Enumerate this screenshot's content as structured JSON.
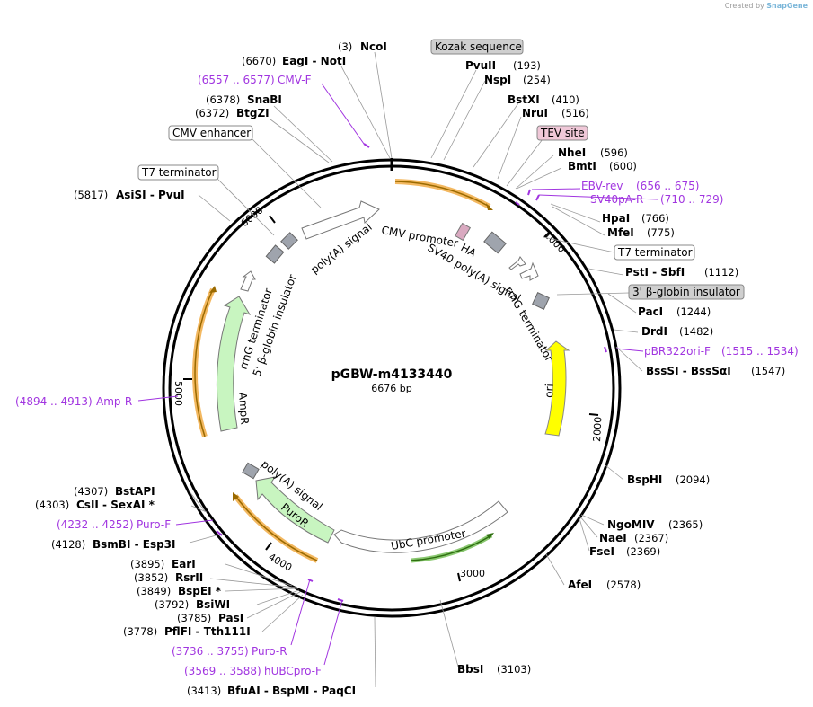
{
  "plasmid": {
    "name": "pGBW-m4133440",
    "length_label": "6676 bp"
  },
  "credit": {
    "prefix": "Created by",
    "brand": "SnapGene"
  },
  "ticks": [
    "1000",
    "2000",
    "3000",
    "4000",
    "5000",
    "6000"
  ],
  "sites": [
    {
      "pos": "(3)",
      "name": "NcoI"
    },
    {
      "pos": "(6670)",
      "name": "EagI - NotI"
    },
    {
      "pos": "(6378)",
      "name": "SnaBI"
    },
    {
      "pos": "(6372)",
      "name": "BtgZI"
    },
    {
      "pos": "(5817)",
      "name": "AsiSI - PvuI"
    },
    {
      "pos": "(193)",
      "name": "PvuII"
    },
    {
      "pos": "(254)",
      "name": "NspI"
    },
    {
      "pos": "(410)",
      "name": "BstXI"
    },
    {
      "pos": "(516)",
      "name": "NruI"
    },
    {
      "pos": "(596)",
      "name": "NheI"
    },
    {
      "pos": "(600)",
      "name": "BmtI"
    },
    {
      "pos": "(766)",
      "name": "HpaI"
    },
    {
      "pos": "(775)",
      "name": "MfeI"
    },
    {
      "pos": "(1112)",
      "name": "PstI - SbfI"
    },
    {
      "pos": "(1244)",
      "name": "PacI"
    },
    {
      "pos": "(1482)",
      "name": "DrdI"
    },
    {
      "pos": "(1547)",
      "name": "BssSI - BssSαI"
    },
    {
      "pos": "(2094)",
      "name": "BspHI"
    },
    {
      "pos": "(2365)",
      "name": "NgoMIV"
    },
    {
      "pos": "(2367)",
      "name": "NaeI"
    },
    {
      "pos": "(2369)",
      "name": "FseI"
    },
    {
      "pos": "(2578)",
      "name": "AfeI"
    },
    {
      "pos": "(3103)",
      "name": "BbsI"
    },
    {
      "pos": "(3413)",
      "name": "BfuAI - BspMI - PaqCI"
    },
    {
      "pos": "(4307)",
      "name": "BstAPI"
    },
    {
      "pos": "(4303)",
      "name": "CsII - SexAI *"
    },
    {
      "pos": "(4128)",
      "name": "BsmBI - Esp3I"
    },
    {
      "pos": "(3895)",
      "name": "EarI"
    },
    {
      "pos": "(3852)",
      "name": "RsrII"
    },
    {
      "pos": "(3849)",
      "name": "BspEI *"
    },
    {
      "pos": "(3792)",
      "name": "BsiWI"
    },
    {
      "pos": "(3785)",
      "name": "PasI"
    },
    {
      "pos": "(3778)",
      "name": "PflFI - Tth111I"
    }
  ],
  "primers": [
    {
      "range": "(6557 .. 6577)",
      "name": "CMV-F"
    },
    {
      "range": "(656 .. 675)",
      "name": "EBV-rev"
    },
    {
      "range": "(710 .. 729)",
      "name": "SV40pA-R"
    },
    {
      "range": "(1515 .. 1534)",
      "name": "pBR322ori-F"
    },
    {
      "range": "(4894 .. 4913)",
      "name": "Amp-R"
    },
    {
      "range": "(4232 .. 4252)",
      "name": "Puro-F"
    },
    {
      "range": "(3736 .. 3755)",
      "name": "Puro-R"
    },
    {
      "range": "(3569 .. 3588)",
      "name": "hUBCpro-F"
    }
  ],
  "boxed_features": [
    "Kozak sequence",
    "TEV site",
    "CMV enhancer",
    "T7 terminator",
    "T7 terminator",
    "3' β-globin insulator"
  ],
  "inner_labels": [
    "CMV promoter",
    "HA",
    "SV40 poly(A) signal",
    "rrnG terminator",
    "ori",
    "poly(A) signal",
    "PuroR",
    "UbC promoter",
    "AmpR",
    "rrnG terminator",
    "5' β-globin insulator",
    "poly(A) signal"
  ],
  "colors": {
    "primer": "#a135e0",
    "ori": "#ffff00",
    "selectable": "#c8f5c0",
    "orf_highlight": "#f3b860",
    "ha": "#d9a9c0",
    "grey_feature": "#9fa4ad",
    "tev_box": "#f0c8d8",
    "grey_box": "#cfcfcf"
  }
}
